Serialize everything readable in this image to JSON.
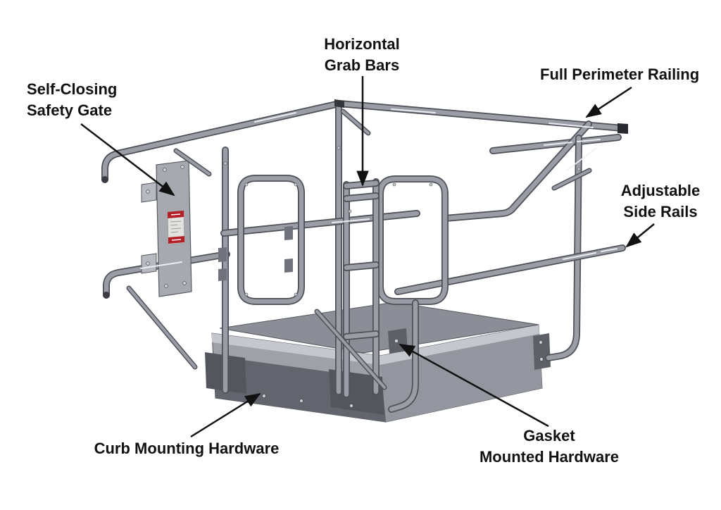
{
  "labels": {
    "safety_gate": {
      "line1": "Self-Closing",
      "line2": "Safety Gate"
    },
    "grab_bars": {
      "line1": "Horizontal",
      "line2": "Grab Bars"
    },
    "perimeter_railing": {
      "line1": "Full Perimeter Railing"
    },
    "side_rails": {
      "line1": "Adjustable",
      "line2": "Side Rails"
    },
    "curb_hardware": {
      "line1": "Curb Mounting Hardware"
    },
    "gasket_hardware": {
      "line1": "Gasket",
      "line2": "Mounted Hardware"
    }
  },
  "colors": {
    "background": "#ffffff",
    "label_text": "#111111",
    "arrow": "#111111",
    "metal": "#9a9da5",
    "metal_dark": "#4e5158",
    "metal_light": "#c6c9cf",
    "curb_top": "#8b8e96",
    "curb_face": "#9ea1a8",
    "curb_band_light": "#c4c7cd",
    "curb_dark": "#62656d",
    "hardware_plate": "#53565d",
    "danger_red": "#b32028"
  }
}
